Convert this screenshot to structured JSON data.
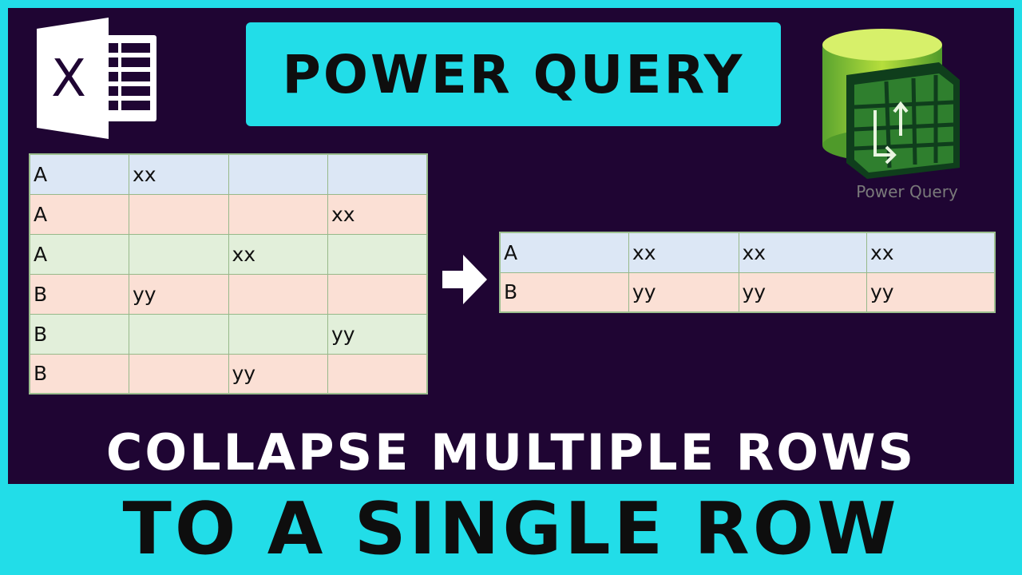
{
  "title": "POWER QUERY",
  "logos": {
    "excel_letter": "X",
    "power_query_caption": "Power Query"
  },
  "colors": {
    "cyan": "#22dde8",
    "background": "#1f0533",
    "row_blue": "#dce7f5",
    "row_pink": "#fbe0d5",
    "row_green": "#e2efda",
    "excel_logo": "#ffffff",
    "pq_logo_green": "#3f8f2e"
  },
  "input_table": {
    "rows": [
      {
        "style": "blue",
        "cells": [
          "A",
          "xx",
          "",
          ""
        ]
      },
      {
        "style": "pink",
        "cells": [
          "A",
          "",
          "",
          "xx"
        ]
      },
      {
        "style": "green",
        "cells": [
          "A",
          "",
          "xx",
          ""
        ]
      },
      {
        "style": "pink",
        "cells": [
          "B",
          "yy",
          "",
          ""
        ]
      },
      {
        "style": "green",
        "cells": [
          "B",
          "",
          "",
          "yy"
        ]
      },
      {
        "style": "pink",
        "cells": [
          "B",
          "",
          "yy",
          ""
        ]
      }
    ]
  },
  "output_table": {
    "rows": [
      {
        "style": "blue",
        "cells": [
          "A",
          "xx",
          "xx",
          "xx"
        ]
      },
      {
        "style": "pink",
        "cells": [
          "B",
          "yy",
          "yy",
          "yy"
        ]
      }
    ]
  },
  "arrow_icon": "right-arrow-icon",
  "subtitle": "COLLAPSE MULTIPLE ROWS",
  "bottom_title": "TO A SINGLE ROW"
}
